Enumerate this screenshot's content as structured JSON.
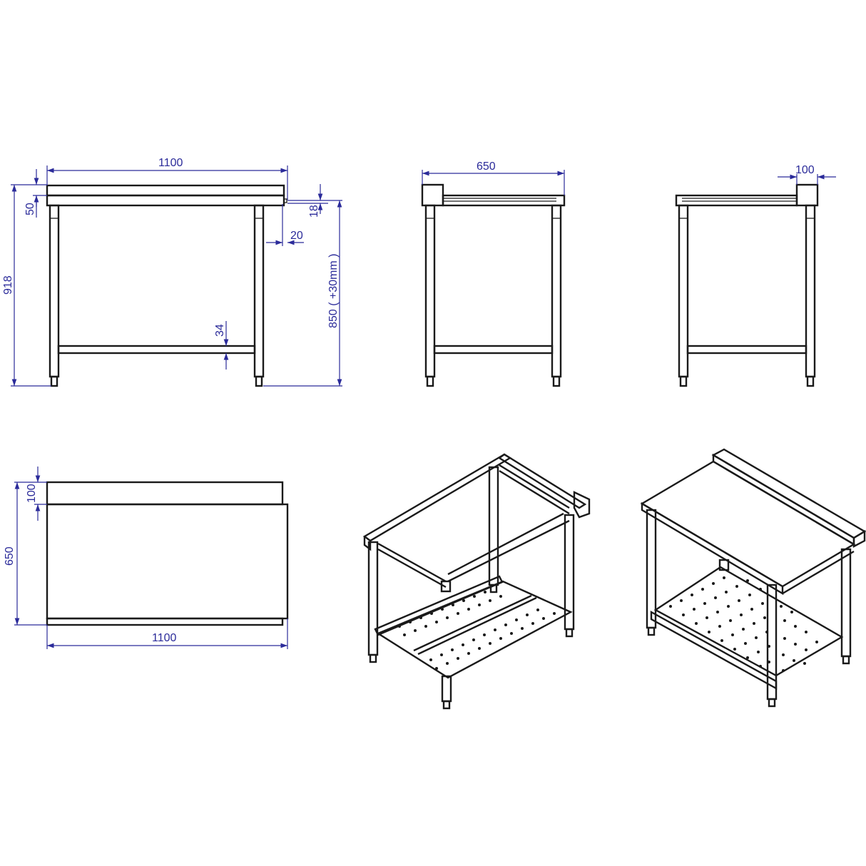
{
  "drawing": {
    "subject": "Stainless steel work table with upstand and perforated undershelf",
    "line_color": "#1a1a1a",
    "dimension_color": "#2b2b9a",
    "units": "mm"
  },
  "views": {
    "front": {
      "width_label": "1100",
      "upstand_height_label": "50",
      "total_height_label": "918",
      "edge_thickness_label": "18",
      "overhang_label": "20",
      "undershelf_height_label": "34",
      "work_height_label": "850 ( +30mm )"
    },
    "side_left": {
      "depth_label": "650"
    },
    "side_right": {
      "upstand_depth_label": "100"
    },
    "top": {
      "upstand_depth_label": "100",
      "depth_label": "650",
      "width_label": "1100"
    },
    "iso_bottom": {
      "description": "Isometric underside view showing frame and perforated shelf"
    },
    "iso_top": {
      "description": "Isometric view showing worktop with rear upstand and perforated undershelf"
    }
  }
}
